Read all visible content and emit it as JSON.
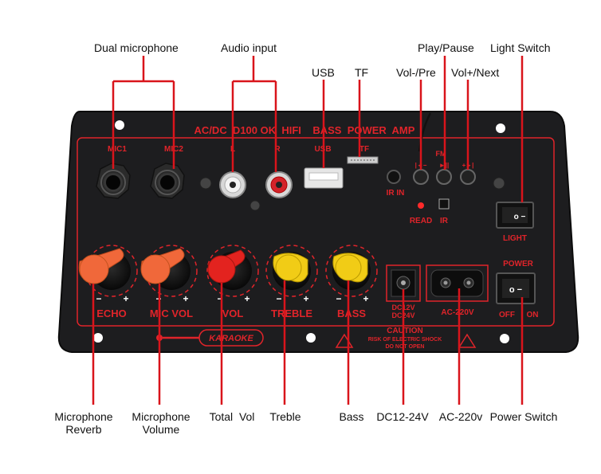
{
  "callouts": {
    "dual_microphone": "Dual microphone",
    "audio_input": "Audio input",
    "usb": "USB",
    "tf": "TF",
    "vol_prev": "Vol-/Pre",
    "play_pause": "Play/Pause",
    "vol_next": "Vol+/Next",
    "light_switch": "Light Switch",
    "mic_reverb_1": "Microphone",
    "mic_reverb_2": "Reverb",
    "mic_volume_1": "Microphone",
    "mic_volume_2": "Volume",
    "total_vol": "Total  Vol",
    "treble": "Treble",
    "bass": "Bass",
    "dc": "DC12-24V",
    "ac": "AC-220v",
    "power_switch": "Power Switch"
  },
  "panel": {
    "title": "AC/DC  D100 OK  HIFI    BASS  POWER  AMP",
    "mic1": "MIC1",
    "mic2": "MIC2",
    "l": "L",
    "r": "R",
    "usb": "USB",
    "tf": "TF",
    "fm": "FM",
    "ir_in": "IR IN",
    "read": "READ",
    "ir": "IR",
    "light": "LIGHT",
    "power": "POWER",
    "off": "OFF",
    "on": "ON",
    "echo": "ECHO",
    "mic_vol": "MIC VOL",
    "vol": "VOL",
    "treble": "TREBLE",
    "bass": "BASS",
    "dc_1": "DC12V",
    "dc_2": "DC24V",
    "ac": "AC-220V",
    "karaoke": "KARAOKE",
    "caution_1": "CAUTION",
    "caution_2": "RISK OF ELECTRIC SHOCK",
    "caution_3": "DO NOT OPEN",
    "minus": "−",
    "plus": "+"
  },
  "colors": {
    "panel": "#1d1d1f",
    "silkscreen": "#e0242a",
    "knob_orange": "#f0683a",
    "knob_red": "#e3231f",
    "knob_yellow": "#f1cc16",
    "leader": "#d9141b"
  }
}
